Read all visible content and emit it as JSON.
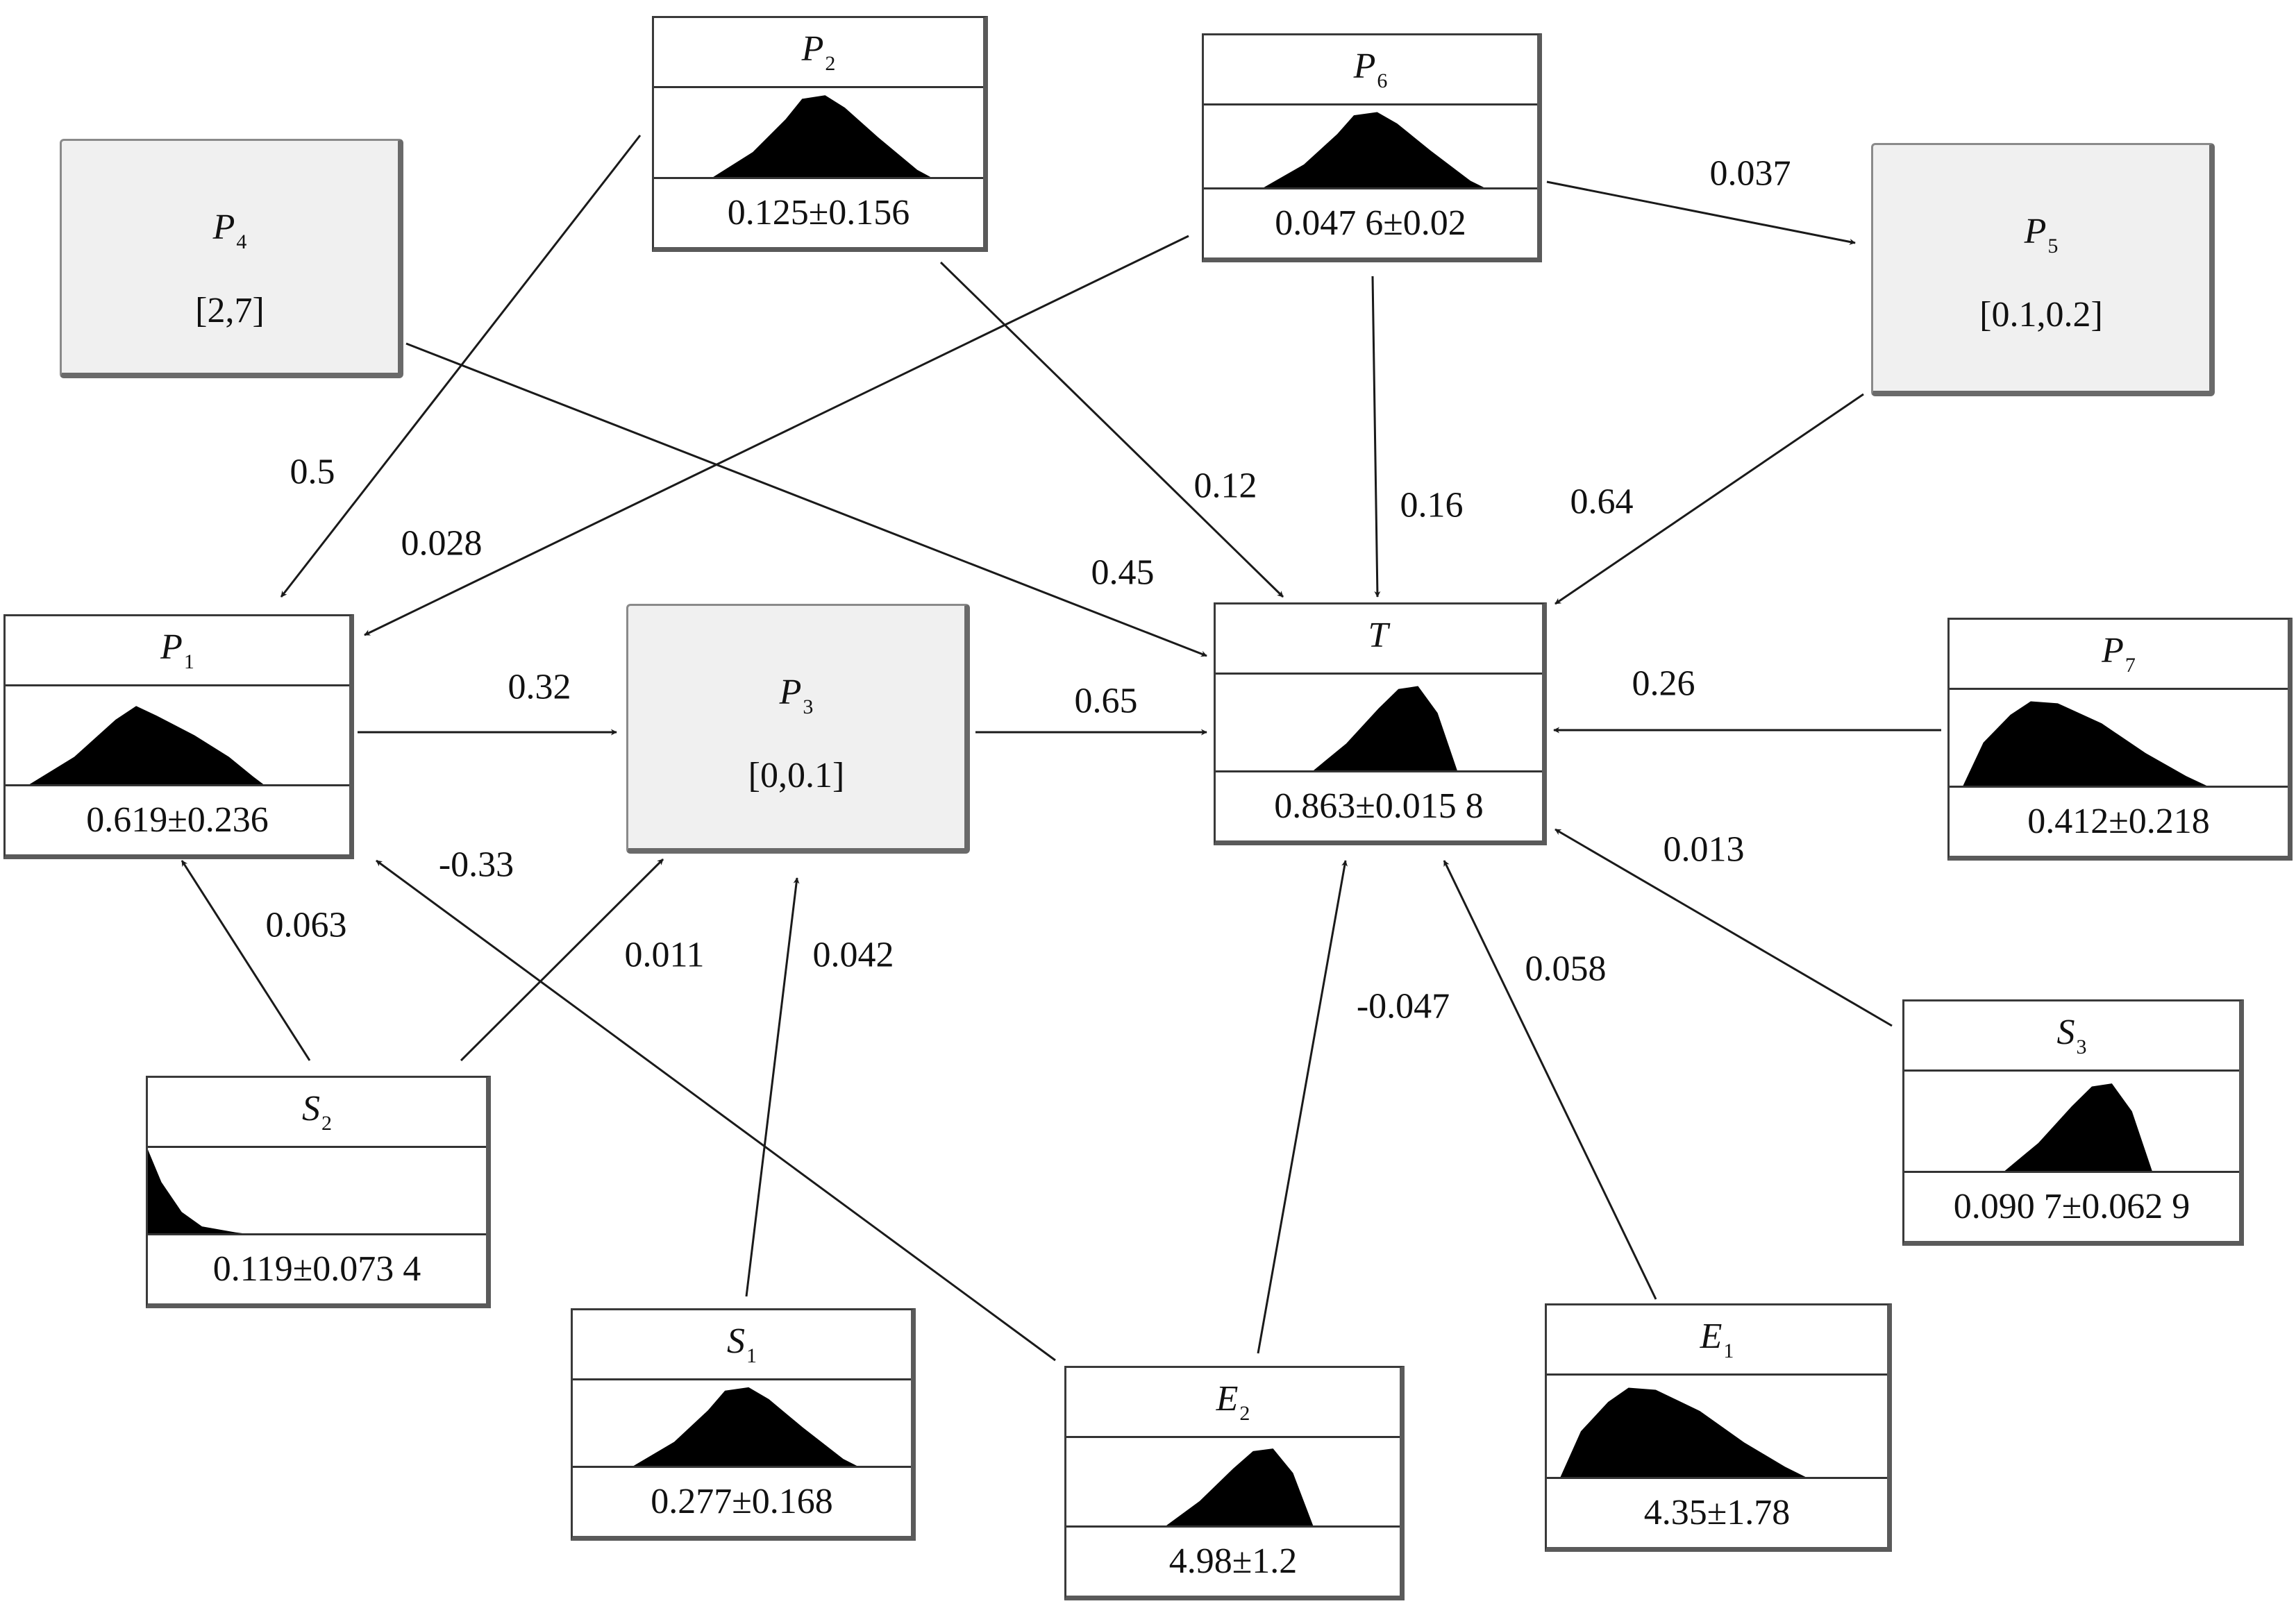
{
  "stochastic_nodes": {
    "P2": {
      "letter": "P",
      "sub": "2",
      "value": "0.125±0.156",
      "shape": "sym"
    },
    "P6": {
      "letter": "P",
      "sub": "6",
      "value": "0.047 6±0.02",
      "shape": "sym"
    },
    "P1": {
      "letter": "P",
      "sub": "1",
      "value": "0.619±0.236",
      "shape": "wide"
    },
    "T": {
      "letter": "T",
      "sub": "",
      "value": "0.863±0.015 8",
      "shape": "right"
    },
    "P7": {
      "letter": "P",
      "sub": "7",
      "value": "0.412±0.218",
      "shape": "left"
    },
    "S2": {
      "letter": "S",
      "sub": "2",
      "value": "0.119±0.073 4",
      "shape": "decay"
    },
    "S3": {
      "letter": "S",
      "sub": "3",
      "value": "0.090 7±0.062 9",
      "shape": "right"
    },
    "S1": {
      "letter": "S",
      "sub": "1",
      "value": "0.277±0.168",
      "shape": "sym"
    },
    "E2": {
      "letter": "E",
      "sub": "2",
      "value": "4.98±1.2",
      "shape": "right"
    },
    "E1": {
      "letter": "E",
      "sub": "1",
      "value": "4.35±1.78",
      "shape": "left"
    }
  },
  "deterministic_nodes": {
    "P4": {
      "letter": "P",
      "sub": "4",
      "range": "[2,7]"
    },
    "P5": {
      "letter": "P",
      "sub": "5",
      "range": "[0.1,0.2]"
    },
    "P3": {
      "letter": "P",
      "sub": "3",
      "range": "[0,0.1]"
    }
  },
  "edges": [
    {
      "from": "P2",
      "to": "P1",
      "weight": "0.5"
    },
    {
      "from": "P6",
      "to": "P1",
      "weight": "0.028"
    },
    {
      "from": "P2",
      "to": "T",
      "weight": "0.12"
    },
    {
      "from": "P4",
      "to": "T",
      "weight": "0.45"
    },
    {
      "from": "P6",
      "to": "T",
      "weight": "0.16"
    },
    {
      "from": "P6",
      "to": "P5",
      "weight": "0.037"
    },
    {
      "from": "P5",
      "to": "T",
      "weight": "0.64"
    },
    {
      "from": "P1",
      "to": "P3",
      "weight": "0.32"
    },
    {
      "from": "P3",
      "to": "T",
      "weight": "0.65"
    },
    {
      "from": "P7",
      "to": "T",
      "weight": "0.26"
    },
    {
      "from": "S3",
      "to": "T",
      "weight": "0.013"
    },
    {
      "from": "S2",
      "to": "P1",
      "weight": "0.063"
    },
    {
      "from": "S2",
      "to": "P3",
      "weight": "0.011"
    },
    {
      "from": "S1",
      "to": "P3",
      "weight": "0.042"
    },
    {
      "from": "E2",
      "to": "P1",
      "weight": "-0.33"
    },
    {
      "from": "E2",
      "to": "T",
      "weight": "-0.047"
    },
    {
      "from": "E1",
      "to": "T",
      "weight": "0.058"
    }
  ],
  "colors": {
    "line": "#1a1a1a",
    "fill": "#000000",
    "det_bg": "#f0f0f0"
  }
}
